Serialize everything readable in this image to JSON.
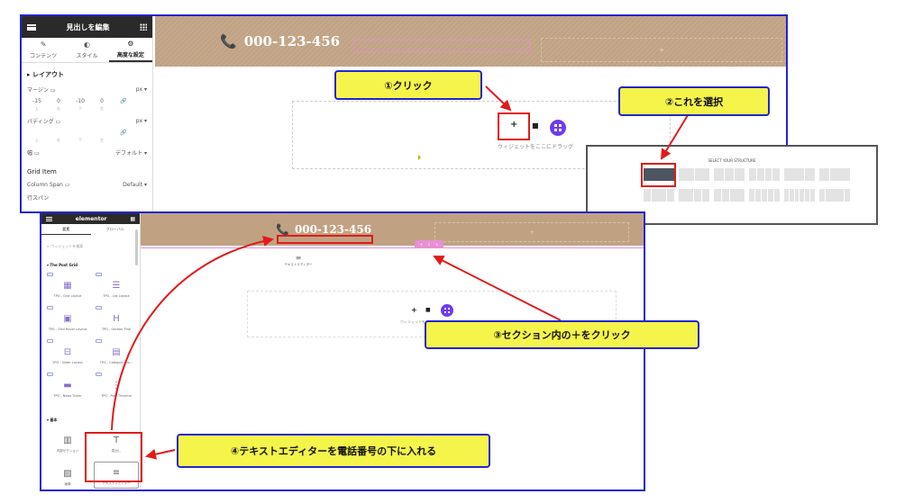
{
  "shot1": {
    "panel_title": "見出しを編集",
    "tabs": [
      {
        "label": "コンテンツ",
        "icon": "pencil-icon"
      },
      {
        "label": "スタイル",
        "icon": "contrast-icon"
      },
      {
        "label": "高度な設定",
        "icon": "gear-icon",
        "active": true
      }
    ],
    "section_layout": "レイアウト",
    "margin_label": "マージン",
    "padding_label": "パディング",
    "unit": "px",
    "margin_values": [
      "-15",
      "0",
      "-10",
      "0"
    ],
    "margin_sub": [
      "上",
      "右",
      "下",
      "左"
    ],
    "padding_sub": [
      "上",
      "右",
      "下",
      "左"
    ],
    "width_label": "幅",
    "width_value": "デフォルト",
    "grid_item_label": "Grid Item",
    "column_span_label": "Column Span",
    "column_span_value": "Default",
    "cutoff_label": "行スパン",
    "phone_number": "000-123-456",
    "drop_text": "ウィジェットをここにドラッグ",
    "plus_glyph": "+"
  },
  "shot2": {
    "title": "SELECT YOUR STRUCTURE"
  },
  "shot3": {
    "panel_brand": "elementor",
    "tabs": [
      "要素",
      "グローバル"
    ],
    "search_placeholder": "ウィジェットを検索",
    "category_post_grid": "The Post Grid",
    "post_grid_widgets": [
      "TPG - Grid Layout",
      "TPG - List Layout",
      "TPG - Grid Hover Layout",
      "TPG - Section Title",
      "TPG - Slider Layout",
      "TPG - Category Blo…",
      "TPG - News Ticker",
      "TPG - Post Timeline"
    ],
    "category_basic": "基本",
    "basic_widgets": [
      "内部セクション",
      "見出し",
      "画像",
      "テキストエディター"
    ],
    "phone_number": "000-123-456",
    "drag_ghost_label": "テキストエディター",
    "drop_text": "ウィジェットをここにドラッグ",
    "plus_glyph": "+"
  },
  "callouts": {
    "step1": "①クリック",
    "step2": "②これを選択",
    "step3": "③セクション内の＋をクリック",
    "step4": "④テキストエディターを電話番号の下に入れる"
  },
  "colors": {
    "frame_blue": "#2424d0",
    "callout_yellow": "#f4f44a",
    "highlight_red": "#e01b1b",
    "header_tan": "#c0a283",
    "elementor_purple": "#6d3cf0",
    "section_pink": "#e790d6"
  }
}
